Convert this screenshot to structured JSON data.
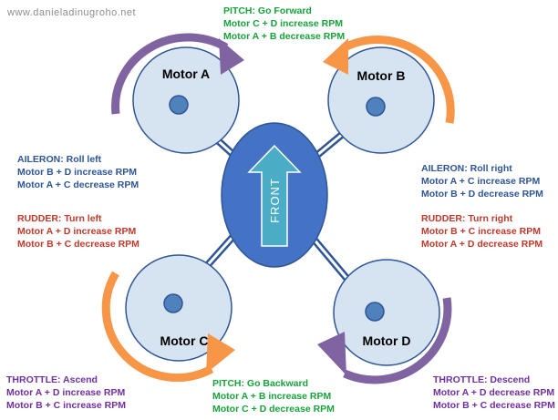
{
  "watermark": "www.danieladinugroho.net",
  "motors": {
    "a": "Motor A",
    "b": "Motor B",
    "c": "Motor C",
    "d": "Motor D"
  },
  "body_label": "FRONT",
  "pitch_forward": {
    "title": "PITCH: Go Forward",
    "line1": "Motor C + D increase RPM",
    "line2": "Motor A + B decrease RPM"
  },
  "aileron_left": {
    "title": "AILERON: Roll left",
    "line1": "Motor B + D increase RPM",
    "line2": "Motor A + C decrease RPM"
  },
  "rudder_left": {
    "title": "RUDDER: Turn left",
    "line1": "Motor A + D increase RPM",
    "line2": "Motor B + C decrease RPM"
  },
  "aileron_right": {
    "title": "AILERON: Roll right",
    "line1": "Motor A + C increase RPM",
    "line2": "Motor B + D decrease RPM"
  },
  "rudder_right": {
    "title": "RUDDER: Turn right",
    "line1": "Motor B + C increase RPM",
    "line2": "Motor A + D decrease RPM"
  },
  "throttle_ascend": {
    "title": "THROTTLE: Ascend",
    "line1": "Motor A + D increase RPM",
    "line2": "Motor B + C increase RPM"
  },
  "pitch_backward": {
    "title": "PITCH: Go Backward",
    "line1": "Motor A + B increase RPM",
    "line2": "Motor C + D decrease RPM"
  },
  "throttle_descend": {
    "title": "THROTTLE: Descend",
    "line1": "Motor A + D decrease RPM",
    "line2": "Motor B + C decrease RPM"
  },
  "colors": {
    "motor_fill": "#d6e3f1",
    "motor_stroke": "#2f5597",
    "hub_fill": "#4f81bd",
    "body_fill": "#4472c4",
    "front_arrow": "#4bacc6",
    "purple_arrow": "#8064a2",
    "orange_arrow": "#f79646",
    "green_text": "#18a33a",
    "blue_text": "#2e5596",
    "red_text": "#c0392b",
    "purple_text": "#7030a0"
  }
}
